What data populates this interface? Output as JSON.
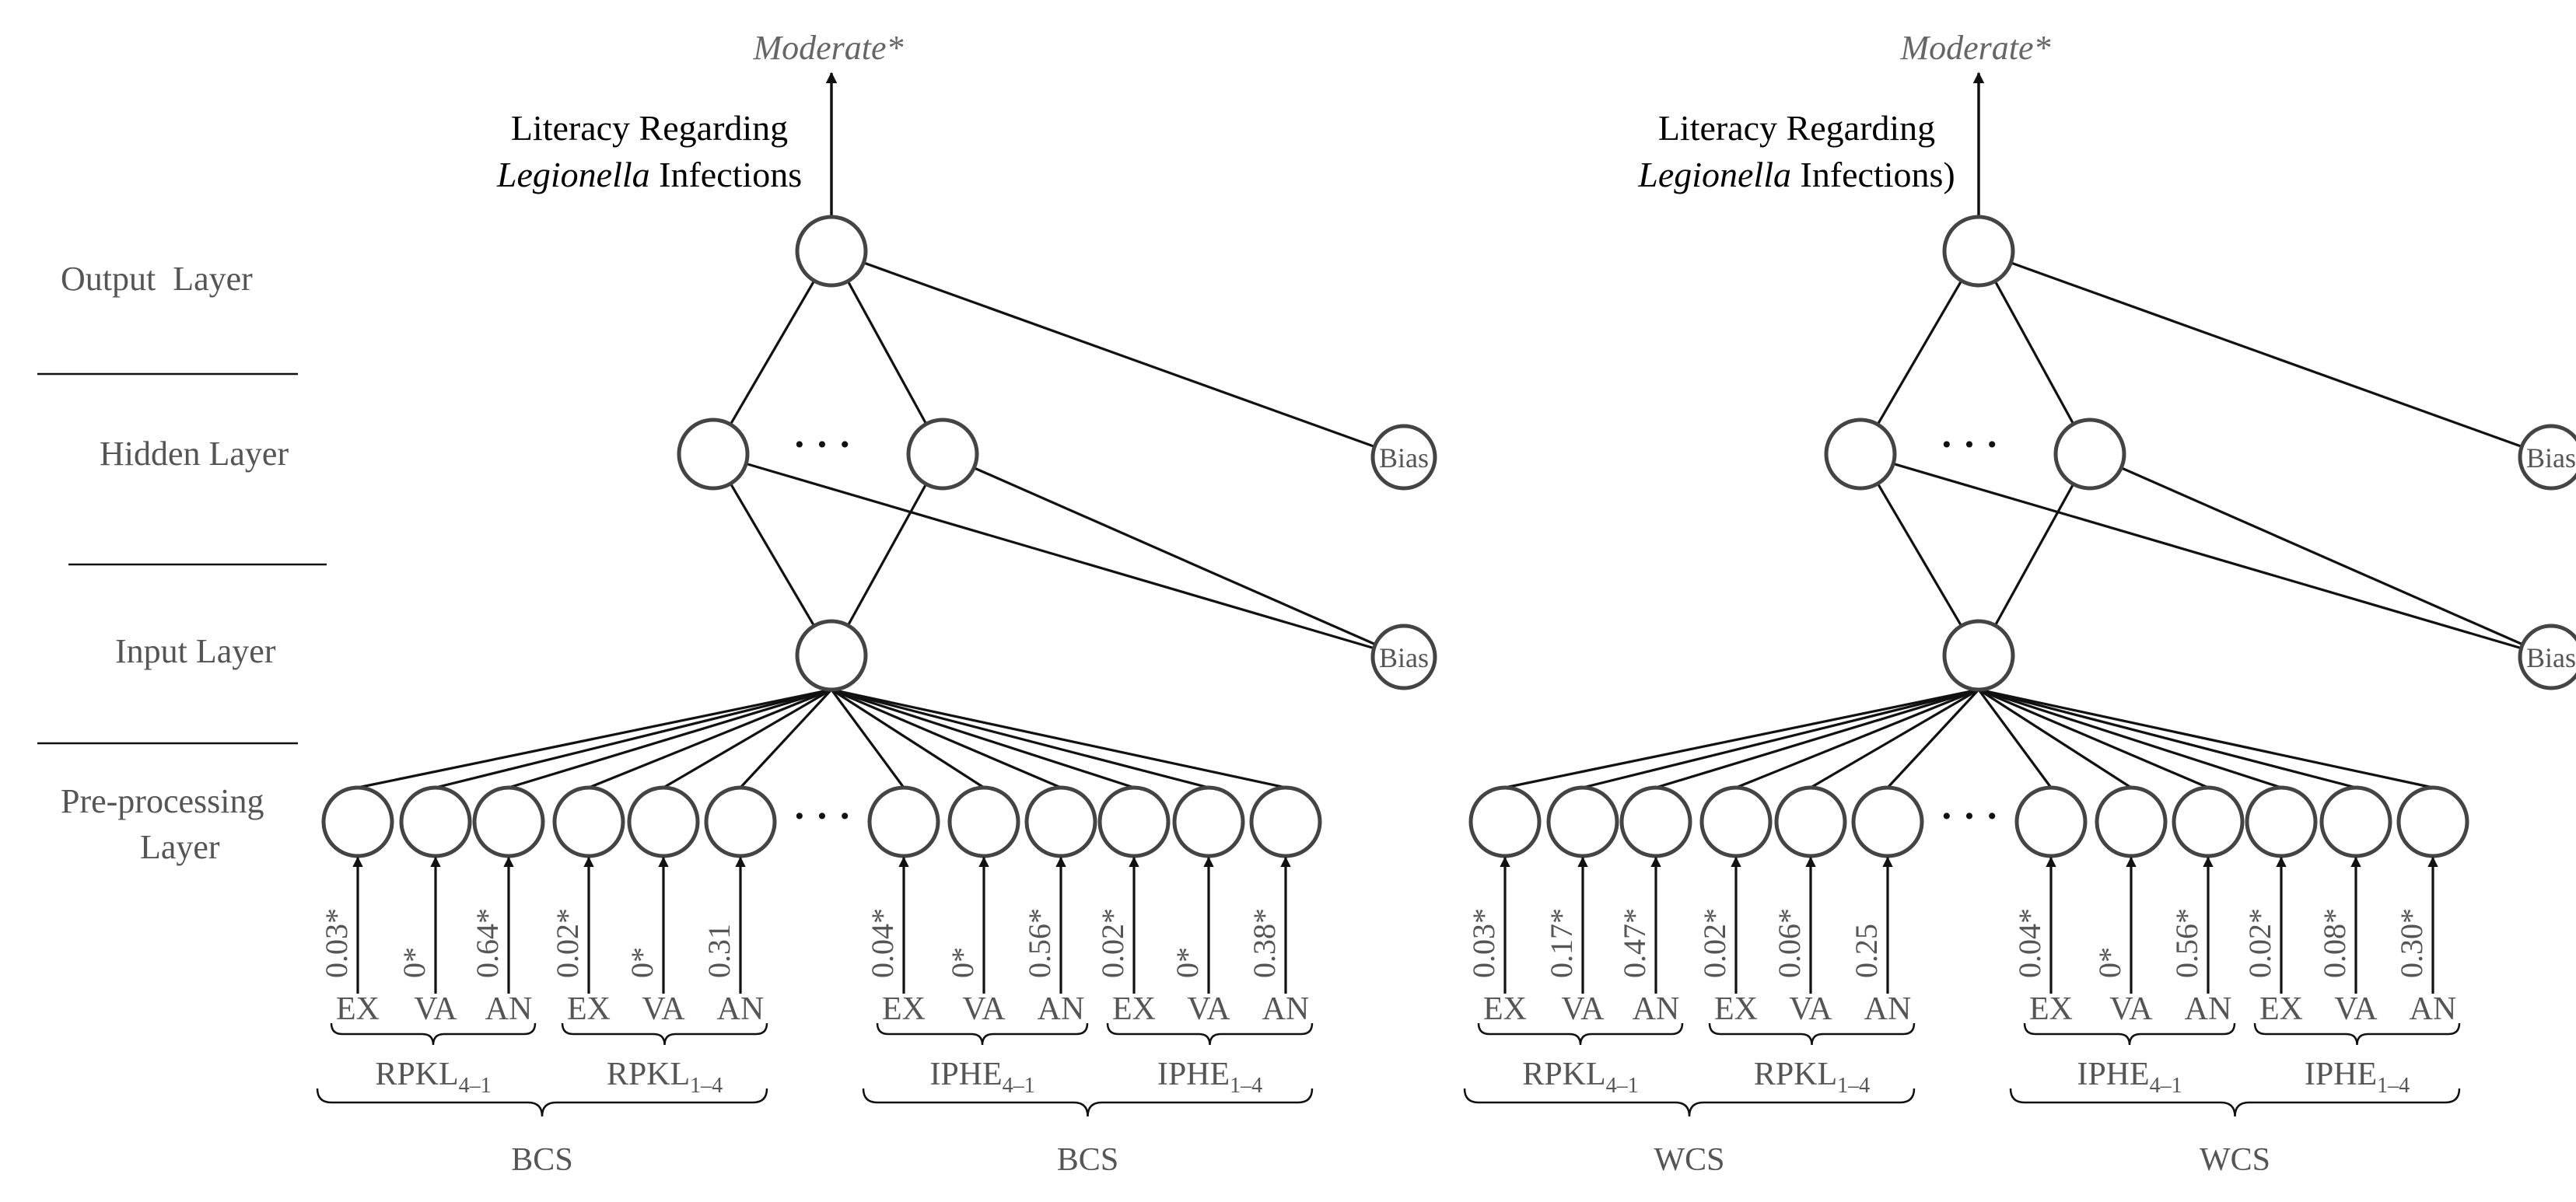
{
  "layers": {
    "output": "Output  Layer",
    "hidden": "Hidden Layer",
    "input": "Input Layer",
    "preprocessing_line1": "Pre-processing",
    "preprocessing_line2": "Layer"
  },
  "output_label": "Moderate*",
  "ellipsis": "· · ·",
  "bias_label": "Bias",
  "panels": [
    {
      "title_line1": "Literacy Regarding",
      "title_italic": "Legionella",
      "title_rest": " Infections",
      "weights": [
        "0.03*",
        "0*",
        "0.64*",
        "0.02*",
        "0*",
        "0.31",
        "0.04*",
        "0*",
        "0.56*",
        "0.02*",
        "0*",
        "0.38*"
      ],
      "input_labels": [
        "EX",
        "VA",
        "AN",
        "EX",
        "VA",
        "AN",
        "EX",
        "VA",
        "AN",
        "EX",
        "VA",
        "AN"
      ],
      "groups": [
        {
          "base": "RPKL",
          "sub": "4–1"
        },
        {
          "base": "RPKL",
          "sub": "1–4"
        },
        {
          "base": "IPHE",
          "sub": "4–1"
        },
        {
          "base": "IPHE",
          "sub": "1–4"
        }
      ],
      "supergroups": [
        "BCS",
        "BCS"
      ]
    },
    {
      "title_line1": "Literacy Regarding",
      "title_italic": "Legionella",
      "title_rest": " Infections)",
      "weights": [
        "0.03*",
        "0.17*",
        "0.47*",
        "0.02*",
        "0.06*",
        "0.25",
        "0.04*",
        "0*",
        "0.56*",
        "0.02*",
        "0.08*",
        "0.30*"
      ],
      "input_labels": [
        "EX",
        "VA",
        "AN",
        "EX",
        "VA",
        "AN",
        "EX",
        "VA",
        "AN",
        "EX",
        "VA",
        "AN"
      ],
      "groups": [
        {
          "base": "RPKL",
          "sub": "4–1"
        },
        {
          "base": "RPKL",
          "sub": "1–4"
        },
        {
          "base": "IPHE",
          "sub": "4–1"
        },
        {
          "base": "IPHE",
          "sub": "1–4"
        }
      ],
      "supergroups": [
        "WCS",
        "WCS"
      ]
    }
  ]
}
